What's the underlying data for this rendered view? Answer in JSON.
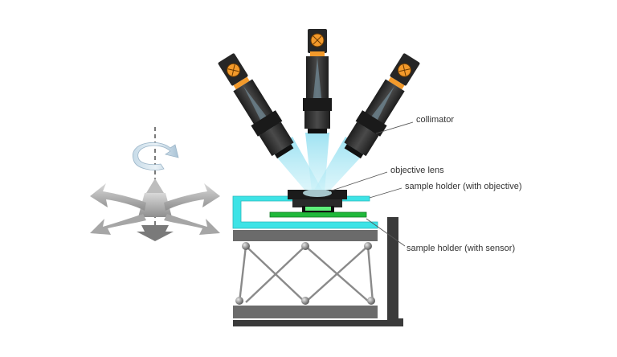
{
  "labels": {
    "collimator": "collimator",
    "objective_lens": "objective lens",
    "sample_holder_objective": "sample holder (with objective)",
    "sample_holder_sensor": "sample holder (with sensor)"
  },
  "icons": {
    "rotation": "rotation-arrow-icon",
    "translation": "translation-arrows-icon"
  },
  "colors": {
    "cyan_holder": "#3de3e6",
    "sensor_green": "#1fb83a",
    "light_beam": "#9ee3f0",
    "collimator_body": "#2b2b2b",
    "lamp_orange": "#f39a2b",
    "frame_gray": "#6b6b6b",
    "frame_dark": "#3a3a3a"
  }
}
